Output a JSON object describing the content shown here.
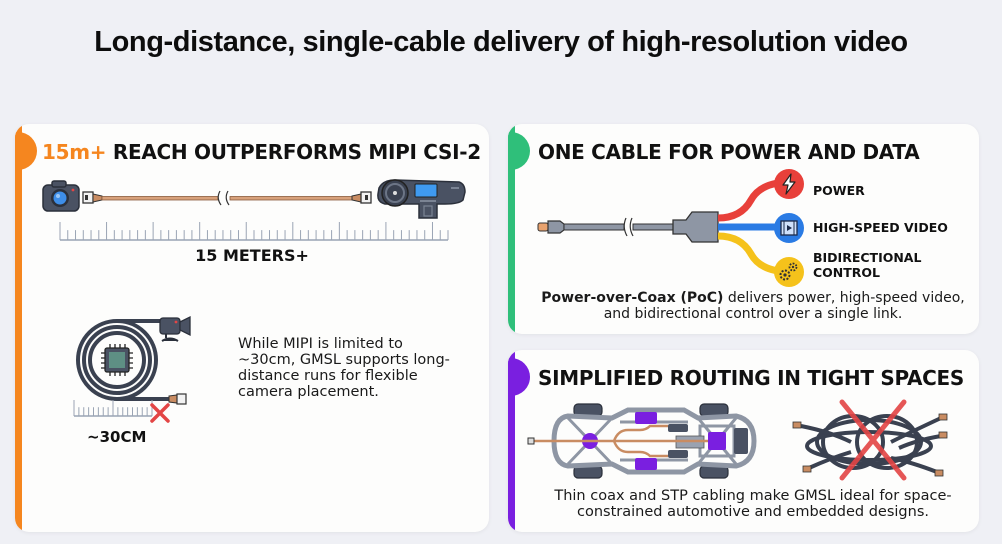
{
  "page_title": "Long-distance, single-cable delivery of high-resolution video",
  "colors": {
    "reach_accent": "#f5861f",
    "poc_accent": "#2fbf7a",
    "routing_accent": "#7a1fe0",
    "power": "#e8403a",
    "video": "#2a7be4",
    "control": "#f5c21b",
    "cable_copper": "#c98c62",
    "cross_red": "#e34545"
  },
  "cards": {
    "reach": {
      "title_highlight": "15m+",
      "title_rest": " REACH OUTPERFORMS MIPI CSI-2",
      "long_ruler_label": "15 METERS+",
      "short_ruler_label": "~30CM",
      "description": "While MIPI is limited to ~30cm, GMSL supports long-distance runs for flexible camera placement.",
      "icons": [
        "camera-icon",
        "car-dashboard-icon",
        "coiled-cable-icon",
        "chip-icon",
        "video-camera-icon",
        "red-x-icon"
      ]
    },
    "poc": {
      "title": "ONE CABLE FOR POWER AND DATA",
      "branches": [
        {
          "label": "POWER",
          "icon": "lightning-icon"
        },
        {
          "label": "HIGH-SPEED VIDEO",
          "icon": "film-icon"
        },
        {
          "label": "BIDIRECTIONAL CONTROL",
          "icon": "gears-icon"
        }
      ],
      "description_bold": "Power-over-Coax (PoC)",
      "description_rest": " delivers power, high-speed video, and bidirectional control over a single link."
    },
    "routing": {
      "title": "SIMPLIFIED ROUTING IN TIGHT SPACES",
      "description": "Thin coax and STP cabling make GMSL ideal for space-constrained automotive and embedded designs.",
      "icons": [
        "car-chassis-icon",
        "tangled-cables-icon",
        "red-x-icon"
      ]
    }
  }
}
